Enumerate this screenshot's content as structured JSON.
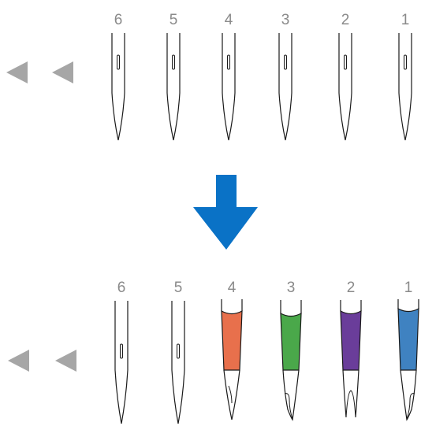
{
  "top_row": {
    "needles": [
      {
        "label": "6",
        "color": null,
        "shape": "plain"
      },
      {
        "label": "5",
        "color": null,
        "shape": "plain"
      },
      {
        "label": "4",
        "color": null,
        "shape": "plain"
      },
      {
        "label": "3",
        "color": null,
        "shape": "plain"
      },
      {
        "label": "2",
        "color": null,
        "shape": "plain"
      },
      {
        "label": "1",
        "color": null,
        "shape": "plain"
      }
    ]
  },
  "bottom_row": {
    "needles": [
      {
        "label": "6",
        "color": null,
        "shape": "plain"
      },
      {
        "label": "5",
        "color": null,
        "shape": "plain"
      },
      {
        "label": "4",
        "color": "#e8704c",
        "shape": "pointed"
      },
      {
        "label": "3",
        "color": "#4aa84a",
        "shape": "split-left"
      },
      {
        "label": "2",
        "color": "#6a3d9a",
        "shape": "split-center"
      },
      {
        "label": "1",
        "color": "#3f82c1",
        "shape": "split-right"
      }
    ]
  },
  "icons": {
    "direction": "left-arrows-icon",
    "transition": "down-arrow-icon"
  },
  "colors": {
    "label": "#8a8a8a",
    "arrow": "#a6a6a6",
    "down_arrow": "#0a72c6",
    "outline": "#1a1a1a"
  }
}
